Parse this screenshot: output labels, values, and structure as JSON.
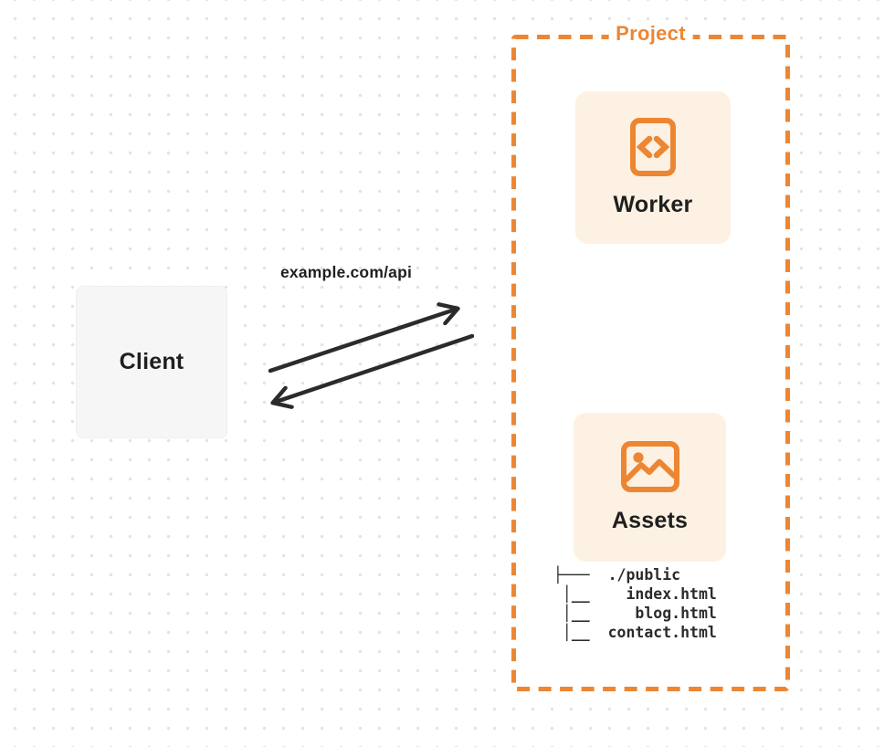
{
  "colors": {
    "accent_orange": "#ed8633",
    "card_background": "#fcf1e2",
    "client_background": "#f6f6f6",
    "arrow_color": "#2b2b2b",
    "text_dark": "#1f1f1f"
  },
  "client": {
    "label": "Client"
  },
  "request": {
    "url_label": "example.com/api"
  },
  "project": {
    "label": "Project",
    "worker": {
      "label": "Worker",
      "icon": "code-document-icon"
    },
    "assets": {
      "label": "Assets",
      "icon": "image-icon"
    },
    "file_tree": {
      "root": "./public",
      "files": [
        "index.html",
        "blog.html",
        "contact.html"
      ],
      "lines": [
        "├───  ./public",
        " │__    index.html",
        " │__     blog.html",
        " │__  contact.html"
      ]
    }
  }
}
